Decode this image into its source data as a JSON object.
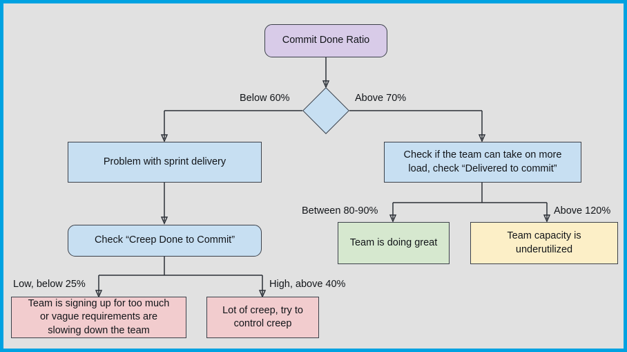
{
  "diagram": {
    "title": "Commit Done Ratio decision flowchart",
    "background_color": "#e1e1e1",
    "frame_color": "#00a2e1",
    "nodes": {
      "commit_done_ratio": {
        "label": "Commit Done Ratio",
        "shape": "rounded-rectangle",
        "fill": "#d8cbe8"
      },
      "decision": {
        "label": "",
        "shape": "diamond",
        "fill": "#c7dff2"
      },
      "problem_sprint_delivery": {
        "label": "Problem with sprint delivery",
        "shape": "rectangle",
        "fill": "#c7dff2"
      },
      "check_more_load": {
        "line1": "Check if the team can take on more",
        "line2": "load, check “Delivered to commit”",
        "shape": "rectangle",
        "fill": "#c7dff2"
      },
      "check_creep": {
        "label": "Check “Creep Done to Commit”",
        "shape": "rounded-rectangle",
        "fill": "#c7dff2"
      },
      "doing_great": {
        "label": "Team is doing great",
        "shape": "rectangle",
        "fill": "#d6e8cf"
      },
      "capacity_underutilized": {
        "line1": "Team capacity is",
        "line2": "underutilized",
        "shape": "rectangle",
        "fill": "#fcefc7"
      },
      "signing_up_too_much": {
        "line1": "Team is signing up for too much",
        "line2": "or vague requirements are",
        "line3": "slowing down the team",
        "shape": "rectangle",
        "fill": "#f2ccce"
      },
      "lot_of_creep": {
        "line1": "Lot of creep, try to",
        "line2": "control creep",
        "shape": "rectangle",
        "fill": "#f2ccce"
      }
    },
    "edge_labels": {
      "below_60": "Below 60%",
      "above_70": "Above 70%",
      "between_80_90": "Between 80-90%",
      "above_120": "Above 120%",
      "low_below_25": "Low, below 25%",
      "high_above_40": "High, above 40%"
    }
  }
}
